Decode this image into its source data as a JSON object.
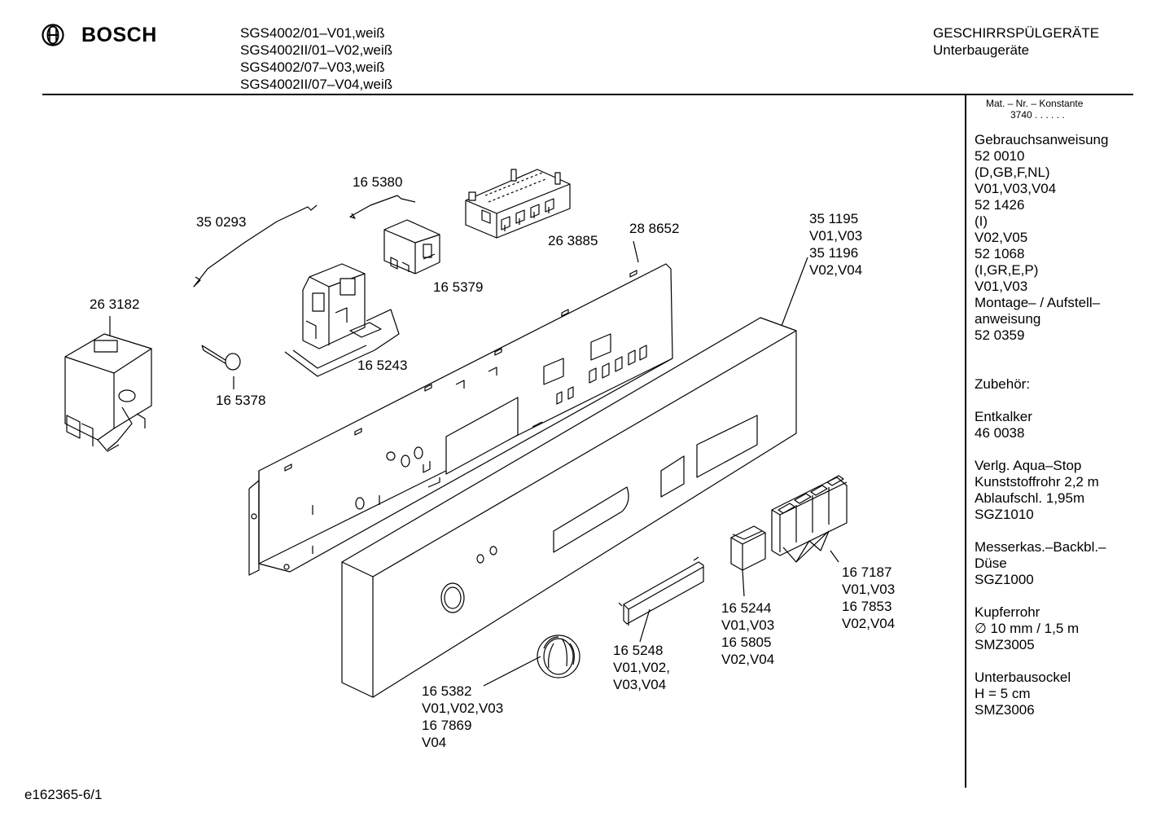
{
  "header": {
    "brand": "BOSCH",
    "models": [
      "SGS4002/01–V01,weiß",
      "SGS4002II/01–V02,weiß",
      "SGS4002/07–V03,weiß",
      "SGS4002II/07–V04,weiß"
    ],
    "category": "GESCHIRRSPÜLGERÄTE",
    "subcategory": "Unterbaugeräte"
  },
  "sidebar": {
    "matnr_label": "Mat. – Nr. – Konstante",
    "matnr_value": "3740 .  .  .  .  .  .",
    "lines": [
      "Gebrauchsanweisung",
      "52 0010",
      "(D,GB,F,NL)",
      "V01,V03,V04",
      "52 1426",
      "(I)",
      "V02,V05",
      "52 1068",
      "(I,GR,E,P)",
      "V01,V03",
      "Montage– / Aufstell–",
      "anweisung",
      "52 0359",
      "",
      "",
      "Zubehör:",
      "",
      "Entkalker",
      "46 0038",
      "",
      "Verlg. Aqua–Stop",
      "Kunststoffrohr 2,2 m",
      "Ablaufschl. 1,95m",
      "SGZ1010",
      "",
      "Messerkas.–Backbl.–",
      "Düse",
      "SGZ1000",
      "",
      "Kupferrohr",
      "∅ 10 mm / 1,5 m",
      "SMZ3005",
      "",
      "Unterbausockel",
      "H = 5 cm",
      "SMZ3006"
    ]
  },
  "parts": [
    {
      "id": "p350293",
      "lines": [
        "35 0293"
      ]
    },
    {
      "id": "p165380",
      "lines": [
        "16 5380"
      ]
    },
    {
      "id": "p263885",
      "lines": [
        "26 3885"
      ]
    },
    {
      "id": "p288652",
      "lines": [
        "28 8652"
      ]
    },
    {
      "id": "p351195",
      "lines": [
        "35 1195",
        "V01,V03",
        "35 1196",
        "V02,V04"
      ]
    },
    {
      "id": "p165379",
      "lines": [
        "16 5379"
      ]
    },
    {
      "id": "p263182",
      "lines": [
        "26 3182"
      ]
    },
    {
      "id": "p165243",
      "lines": [
        "16 5243"
      ]
    },
    {
      "id": "p165378",
      "lines": [
        "16 5378"
      ]
    },
    {
      "id": "p167187",
      "lines": [
        "16 7187",
        "V01,V03",
        "16 7853",
        "V02,V04"
      ]
    },
    {
      "id": "p165244",
      "lines": [
        "16 5244",
        "V01,V03",
        "16 5805",
        "V02,V04"
      ]
    },
    {
      "id": "p165248",
      "lines": [
        "16 5248",
        "V01,V02,",
        "V03,V04"
      ]
    },
    {
      "id": "p165382",
      "lines": [
        "16 5382",
        "V01,V02,V03",
        "16 7869",
        "V04"
      ]
    }
  ],
  "footer": {
    "code": "e162365-6/1"
  }
}
